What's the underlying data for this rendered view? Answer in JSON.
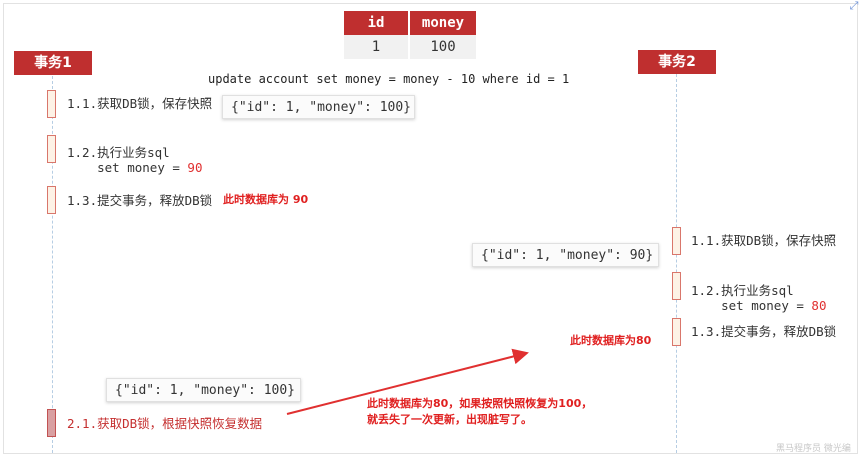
{
  "table": {
    "headers": [
      "id",
      "money"
    ],
    "row": [
      "1",
      "100"
    ]
  },
  "tx1": {
    "label": "事务1"
  },
  "tx2": {
    "label": "事务2"
  },
  "sql": "update account set money = money - 10 where id = 1",
  "tx1_steps": {
    "s1": "1.1.获取DB锁，保存快照",
    "s2_line1": "1.2.执行业务sql",
    "s2_line2_prefix": "set money = ",
    "s2_line2_value": "90",
    "s3": "1.3.提交事务，释放DB锁",
    "s4": "2.1.获取DB锁，根据快照恢复数据"
  },
  "tx2_steps": {
    "s1": "1.1.获取DB锁，保存快照",
    "s2_line1": "1.2.执行业务sql",
    "s2_line2_prefix": "set money = ",
    "s2_line2_value": "80",
    "s3": "1.3.提交事务，释放DB锁"
  },
  "snapshots": {
    "tx1_first": "{\"id\": 1, \"money\": 100}",
    "tx2": "{\"id\": 1, \"money\": 90}",
    "tx1_restore": "{\"id\": 1, \"money\": 100}"
  },
  "notes": {
    "db90": "此时数据库为 90",
    "db80": "此时数据库为80",
    "dirty_line1": "此时数据库为80，如果按照快照恢复为100，",
    "dirty_line2": "就丢失了一次更新，出现脏写了。"
  },
  "watermark": "黑马程序员 微光编",
  "colors": {
    "header_red": "#bf2f2f",
    "note_red": "#e02020",
    "arrow_red": "#e03030",
    "lifeline_blue": "#b6cde3"
  },
  "icons": [
    "expand-icon"
  ]
}
